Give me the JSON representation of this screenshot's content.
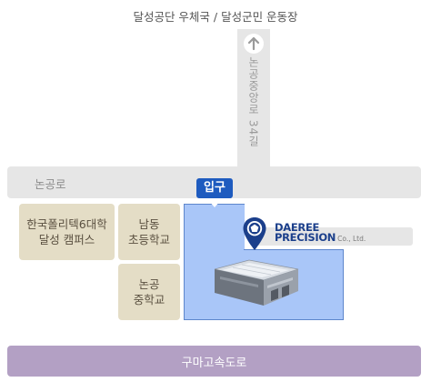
{
  "map": {
    "top_label": "달성공단 우체국 / 달성군민 운동장",
    "vertical_road": "논공중앙로 34길",
    "horizontal_road": "논공로",
    "highway": "구마고속도로",
    "entrance": "입구",
    "blocks": {
      "polytech": "한국폴리텍6대학\n달성 캠퍼스",
      "namdong": "남동\n초등학교",
      "nongong": "논공\n중학교"
    },
    "company": {
      "name_line1": "DAEREE",
      "name_line2": "PRECISION",
      "name_suffix": "Co., Ltd."
    }
  },
  "colors": {
    "road": "#e6e6e6",
    "site": "#a9c6f8",
    "block": "#e4ddc6",
    "highway": "#b3a0c4",
    "brand": "#1b3f8b",
    "entrance": "#1e5bbf"
  },
  "icons": [
    "up-arrow-icon",
    "location-pin-icon",
    "factory-building-icon"
  ]
}
